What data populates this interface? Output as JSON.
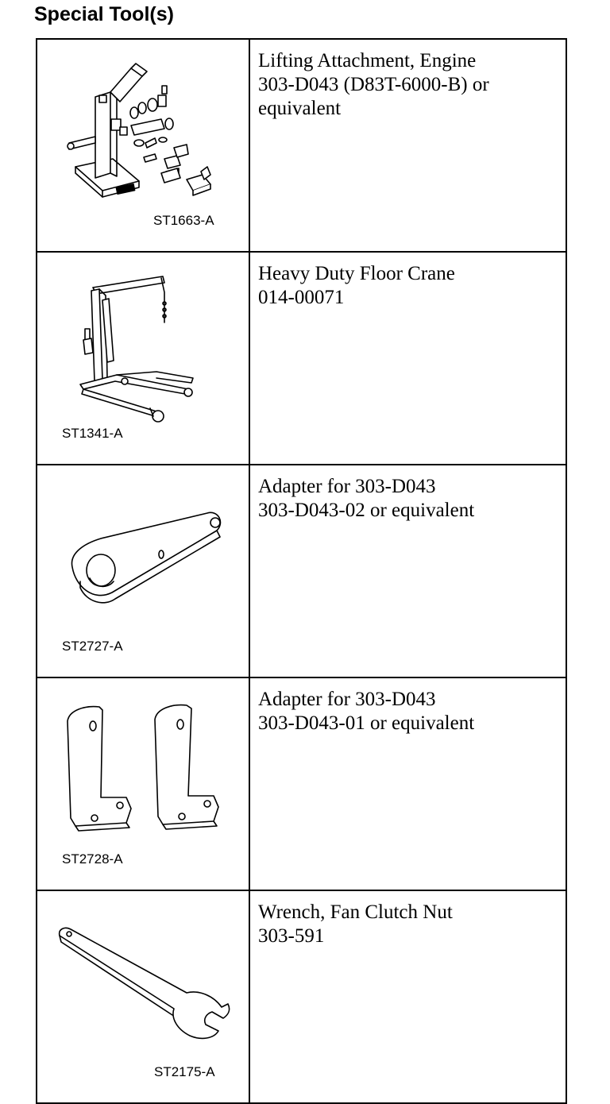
{
  "heading": "Special Tool(s)",
  "tools": [
    {
      "code": "ST1663-A",
      "lines": [
        "Lifting Attachment, Engine",
        "303-D043 (D83T-6000-B) or",
        "equivalent"
      ],
      "icon": "lifting-attachment-icon"
    },
    {
      "code": "ST1341-A",
      "lines": [
        "Heavy Duty Floor Crane",
        "014-00071"
      ],
      "icon": "floor-crane-icon"
    },
    {
      "code": "ST2727-A",
      "lines": [
        "Adapter for 303-D043",
        "303-D043-02 or equivalent"
      ],
      "icon": "adapter-plate-icon"
    },
    {
      "code": "ST2728-A",
      "lines": [
        "Adapter for 303-D043",
        "303-D043-01 or equivalent"
      ],
      "icon": "adapter-brackets-icon"
    },
    {
      "code": "ST2175-A",
      "lines": [
        "Wrench, Fan Clutch Nut",
        "303-591"
      ],
      "icon": "wrench-icon"
    }
  ]
}
